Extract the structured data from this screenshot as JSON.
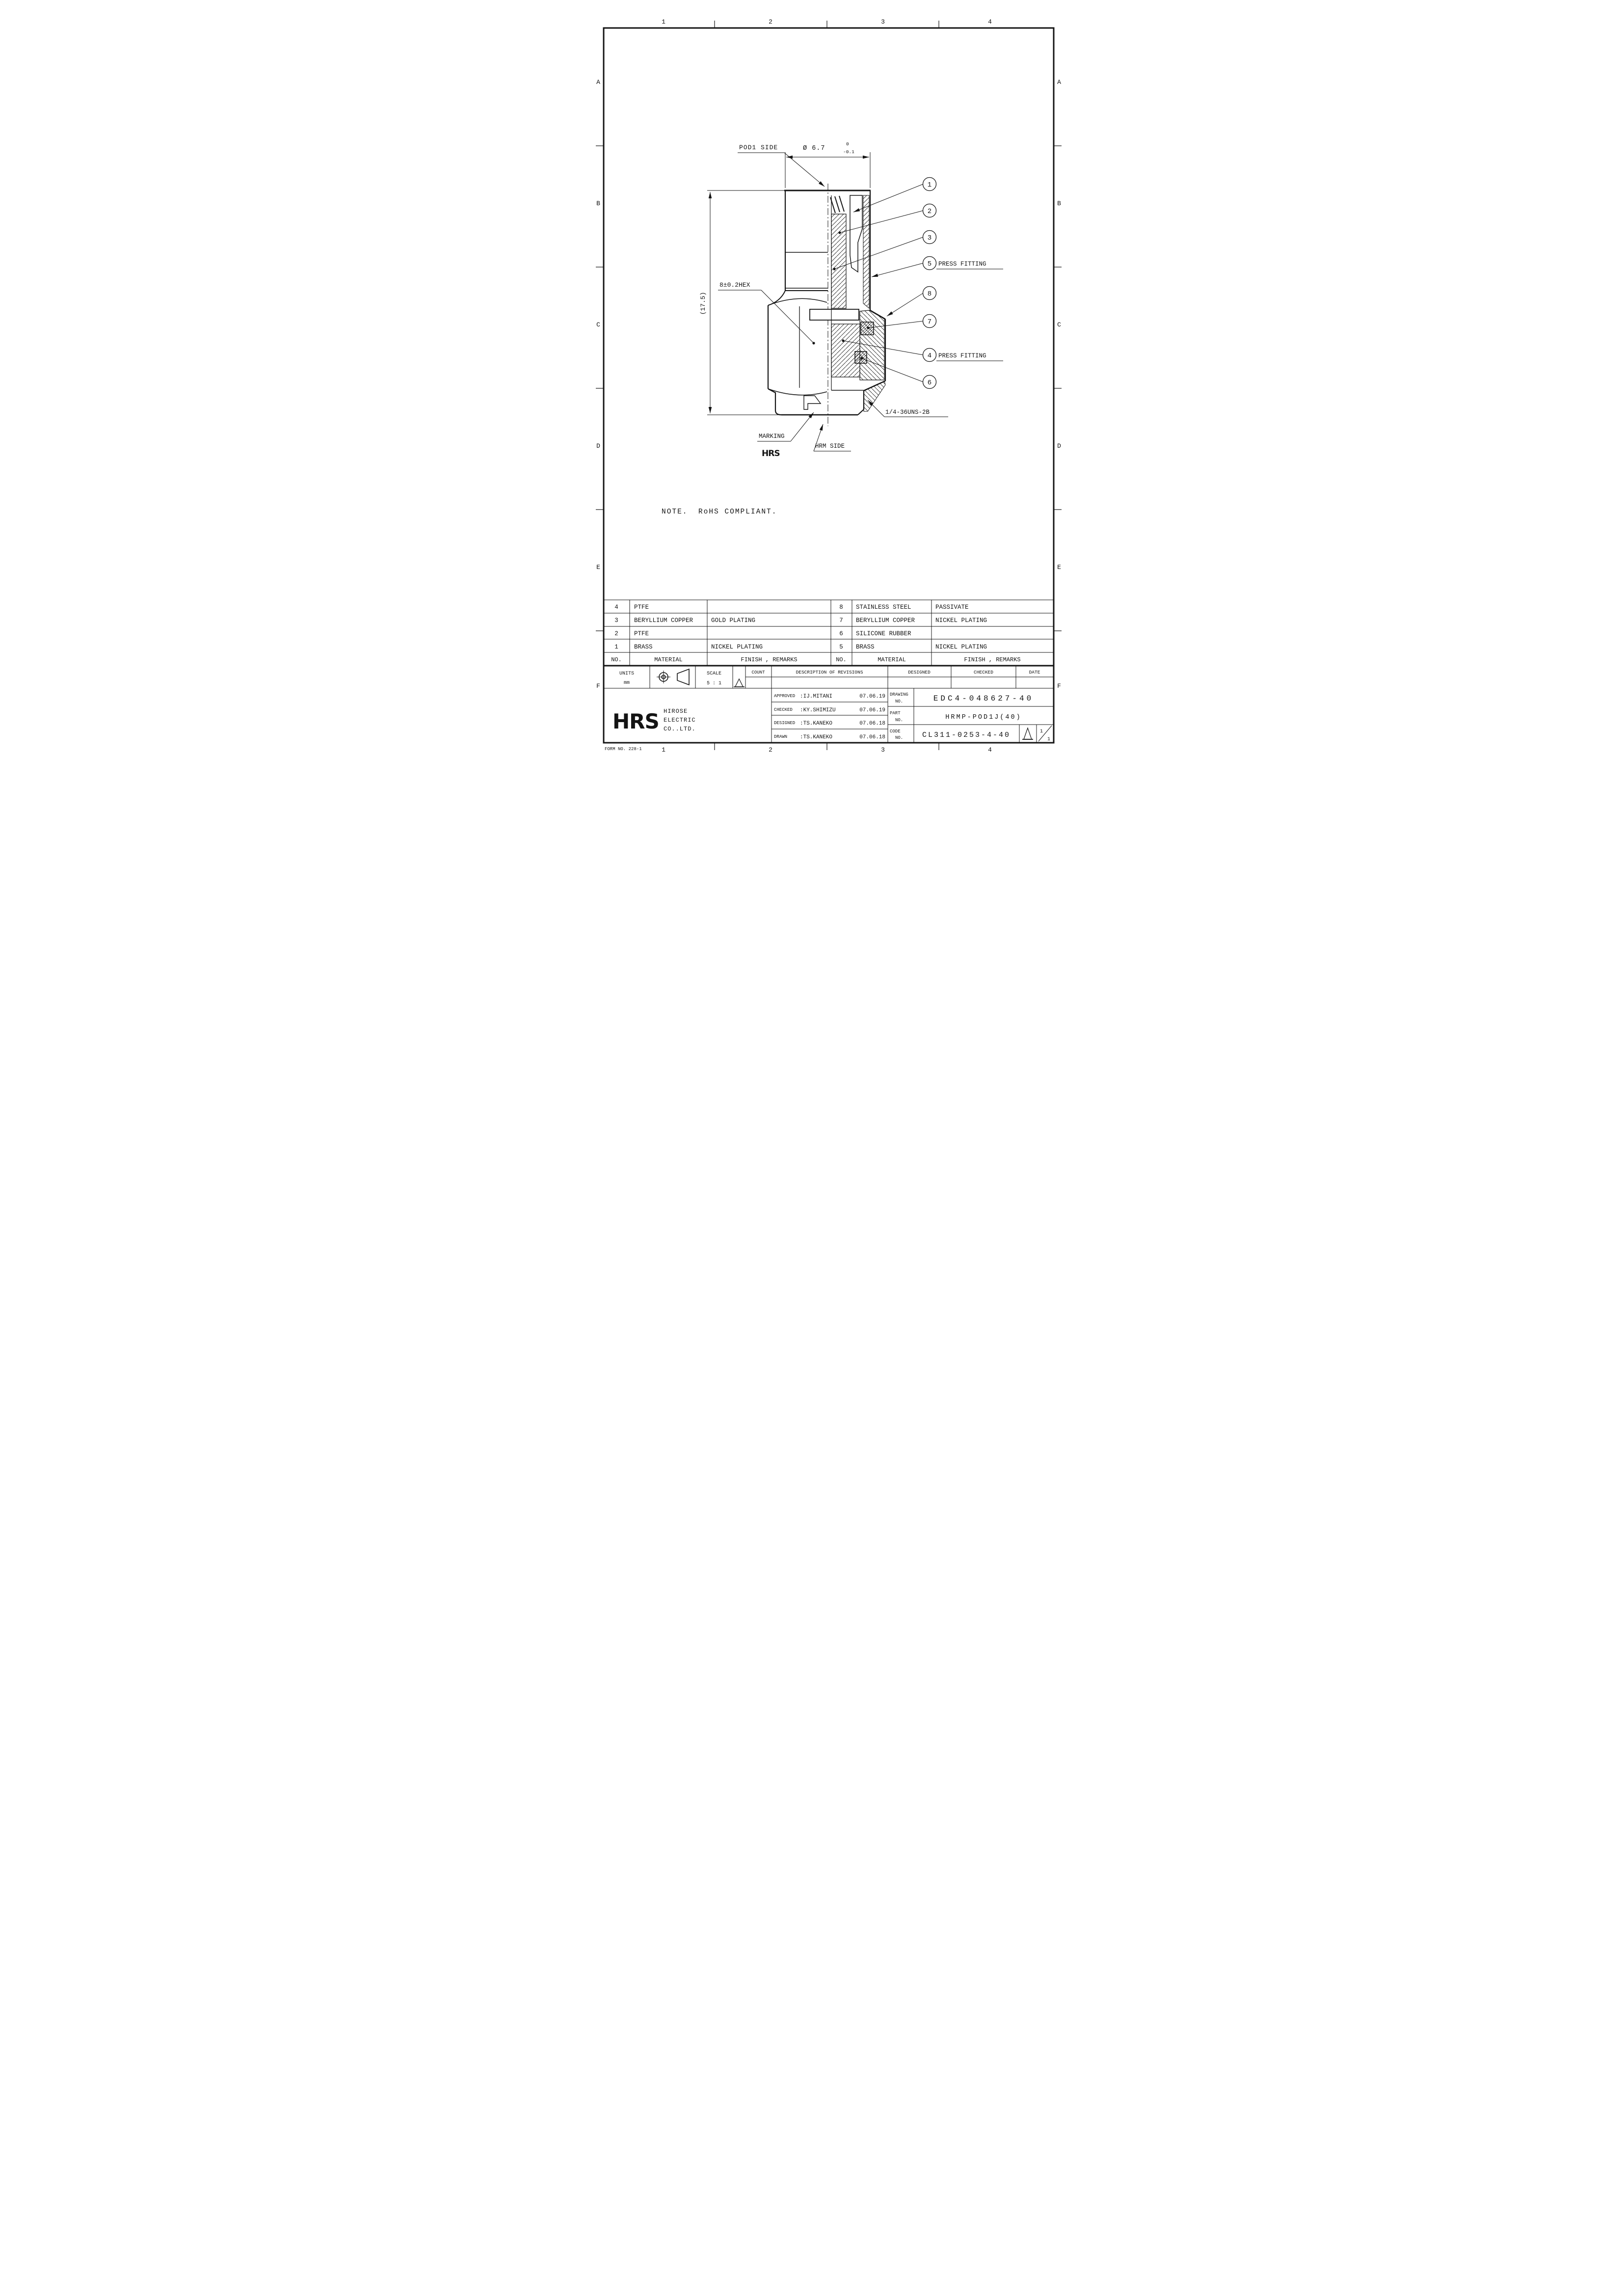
{
  "page": {
    "form_no": "FORM NO. 228-1"
  },
  "grid": {
    "cols": [
      "1",
      "2",
      "3",
      "4"
    ],
    "rows": [
      "A",
      "B",
      "C",
      "D",
      "E",
      "F"
    ]
  },
  "drawing": {
    "labels": {
      "pod1_side": "POD1 SIDE",
      "dia": "Ø 6.7",
      "dia_tol_hi": "0",
      "dia_tol_lo": "-0.1",
      "height": "(17.5)",
      "hex": "8±0.2HEX",
      "thread": "1/4-36UNS-2B",
      "marking": "MARKING",
      "marking_logo": "HRS",
      "hrm_side": "HRM SIDE",
      "press_fitting": "PRESS FITTING"
    },
    "balloons": [
      {
        "n": "1"
      },
      {
        "n": "2"
      },
      {
        "n": "3"
      },
      {
        "n": "5"
      },
      {
        "n": "8"
      },
      {
        "n": "7"
      },
      {
        "n": "4"
      },
      {
        "n": "6"
      }
    ]
  },
  "note": {
    "text": "NOTE.  RoHS COMPLIANT."
  },
  "materials": {
    "header": {
      "no": "NO.",
      "material": "MATERIAL",
      "finish": "FINISH , REMARKS"
    },
    "left": [
      {
        "no": "4",
        "material": "PTFE",
        "finish": ""
      },
      {
        "no": "3",
        "material": "BERYLLIUM COPPER",
        "finish": "GOLD PLATING"
      },
      {
        "no": "2",
        "material": "PTFE",
        "finish": ""
      },
      {
        "no": "1",
        "material": "BRASS",
        "finish": "NICKEL PLATING"
      }
    ],
    "right": [
      {
        "no": "8",
        "material": "STAINLESS STEEL",
        "finish": "PASSIVATE"
      },
      {
        "no": "7",
        "material": "BERYLLIUM COPPER",
        "finish": "NICKEL PLATING"
      },
      {
        "no": "6",
        "material": "SILICONE RUBBER",
        "finish": ""
      },
      {
        "no": "5",
        "material": "BRASS",
        "finish": "NICKEL PLATING"
      }
    ]
  },
  "titleblock": {
    "units_label": "UNITS",
    "units_value": "mm",
    "scale_label": "SCALE",
    "scale_value": "5 : 1",
    "count_label": "COUNT",
    "revisions_label": "DESCRIPTION OF REVISIONS",
    "designed_label": "DESIGNED",
    "checked_label": "CHECKED",
    "date_label": "DATE",
    "approvals": [
      {
        "role": "APPROVED",
        "name": ":IJ.MITANI",
        "date": "07.06.19"
      },
      {
        "role": "CHECKED",
        "name": ":KY.SHIMIZU",
        "date": "07.06.19"
      },
      {
        "role": "DESIGNED",
        "name": ":TS.KANEKO",
        "date": "07.06.18"
      },
      {
        "role": "DRAWN",
        "name": ":TS.KANEKO",
        "date": "07.06.18"
      }
    ],
    "company": {
      "logo": "HRS",
      "line1": "HIROSE",
      "line2": "ELECTRIC",
      "line3": "CO..LTD."
    },
    "docs": [
      {
        "label1": "DRAWING",
        "label2": "NO.",
        "value": "EDC4-048627-40"
      },
      {
        "label1": "PART",
        "label2": "NO.",
        "value": "HRMP-POD1J(40)"
      },
      {
        "label1": "CODE",
        "label2": "NO.",
        "value": "CL311-0253-4-40"
      }
    ],
    "sheet": {
      "num": "1",
      "den": "1"
    }
  }
}
